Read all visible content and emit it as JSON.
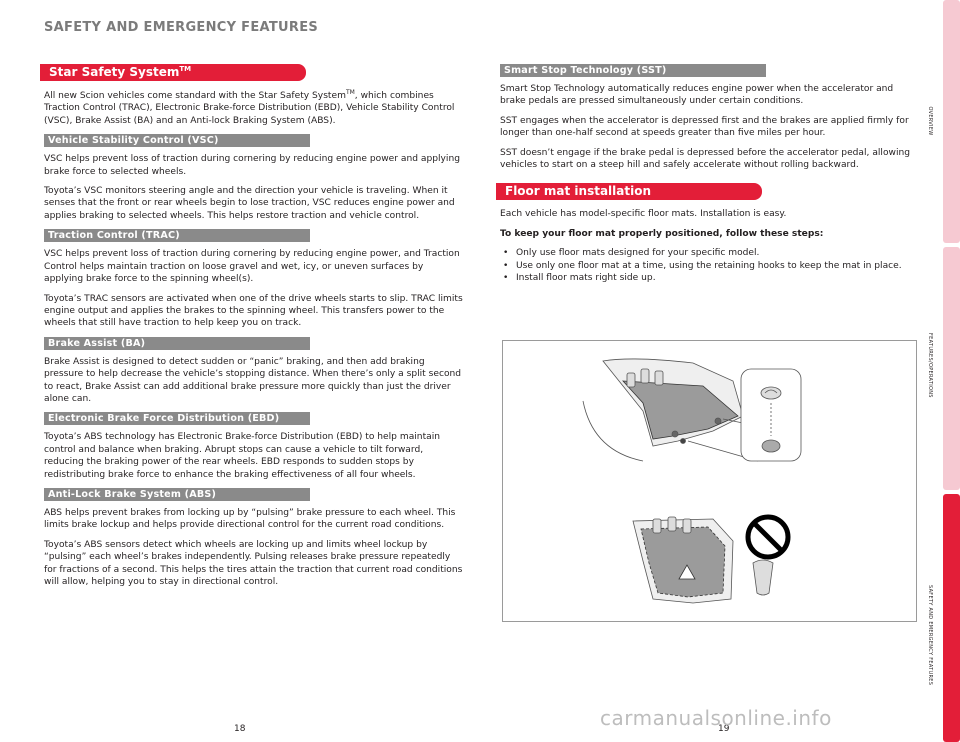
{
  "page_title": "SAFETY AND EMERGENCY FEATURES",
  "left": {
    "star_heading": "Star Safety System",
    "star_tm": "TM",
    "star_intro_a": "All new Scion vehicles come standard with the Star Safety System",
    "star_intro_tm": "TM",
    "star_intro_b": ", which combines Traction Control (TRAC), Electronic Brake-force Distribution (EBD), Vehicle Stability Control (VSC), Brake Assist (BA) and an Anti-lock Braking System (ABS).",
    "vsc_heading": "Vehicle Stability Control (VSC)",
    "vsc_p1": "VSC helps prevent loss of traction during cornering by reducing engine power and applying brake force to selected wheels.",
    "vsc_p2": "Toyota’s VSC monitors steering angle and the direction your vehicle is traveling. When it senses that the front or rear wheels begin to lose traction, VSC reduces engine power and applies braking to selected wheels. This helps restore traction and vehicle control.",
    "trac_heading": "Traction Control (TRAC)",
    "trac_p1": "VSC helps prevent loss of traction during cornering by reducing engine power, and Traction Control helps maintain traction on loose gravel and wet, icy, or uneven surfaces by applying brake force to the spinning wheel(s).",
    "trac_p2": "Toyota’s TRAC sensors are activated when one of the drive wheels starts to slip. TRAC limits engine output and applies the brakes to the spinning wheel. This transfers power to the wheels that still have traction to help keep you on track.",
    "ba_heading": "Brake Assist (BA)",
    "ba_p1": "Brake Assist is designed to detect sudden or “panic” braking, and then add braking pressure to help decrease the vehicle’s stopping distance. When there’s only a split second to react, Brake Assist can add additional brake pressure more quickly than just the driver alone can.",
    "ebd_heading": "Electronic Brake Force Distribution (EBD)",
    "ebd_p1": "Toyota’s ABS technology has Electronic Brake-force Distribution (EBD) to help maintain control and balance when braking. Abrupt stops can cause a vehicle to tilt forward, reducing the braking power of the rear wheels. EBD responds to sudden stops by redistributing brake force to enhance the braking effectiveness of all four wheels.",
    "abs_heading": "Anti-Lock Brake System (ABS)",
    "abs_p1": "ABS helps prevent brakes from locking up by “pulsing” brake pressure to each wheel. This limits brake lockup and helps provide directional control for the current road conditions.",
    "abs_p2": "Toyota’s ABS sensors detect which wheels are locking up and limits wheel lockup by “pulsing” each wheel’s brakes independently. Pulsing releases brake pressure repeatedly for fractions of a second. This helps the tires attain the traction that current road conditions will allow, helping you to stay in directional control."
  },
  "right": {
    "sst_heading": "Smart Stop Technology (SST)",
    "sst_p1": "Smart Stop Technology automatically reduces engine power when the accelerator and brake pedals are pressed simultaneously under certain conditions.",
    "sst_p2": "SST engages when the accelerator is depressed first and the brakes are applied firmly for longer than one-half second at speeds greater than five miles per hour.",
    "sst_p3": "SST doesn’t engage if the brake pedal is depressed before the accelerator pedal, allowing vehicles to start on a steep hill and safely accelerate without rolling backward.",
    "floor_heading": "Floor mat installation",
    "floor_p1": "Each vehicle has model-specific floor mats. Installation is easy.",
    "floor_p2": "To keep your floor mat properly positioned, follow these steps:",
    "steps": [
      "Only use floor mats designed for your specific model.",
      "Use only one floor mat at a time, using the retaining hooks to keep the mat in place.",
      "Install floor mats right side up."
    ]
  },
  "page_numbers": {
    "left": "18",
    "right": "19"
  },
  "side_tabs": [
    "OVERVIEW",
    "FEATURES/OPERATIONS",
    "SAFETY AND EMERGENCY FEATURES"
  ],
  "watermark": "carmanualsonline.info",
  "colors": {
    "accent_red": "#e31e38",
    "banner_gray": "#8a8a8a",
    "tab_pink": "#f6c9d2"
  }
}
